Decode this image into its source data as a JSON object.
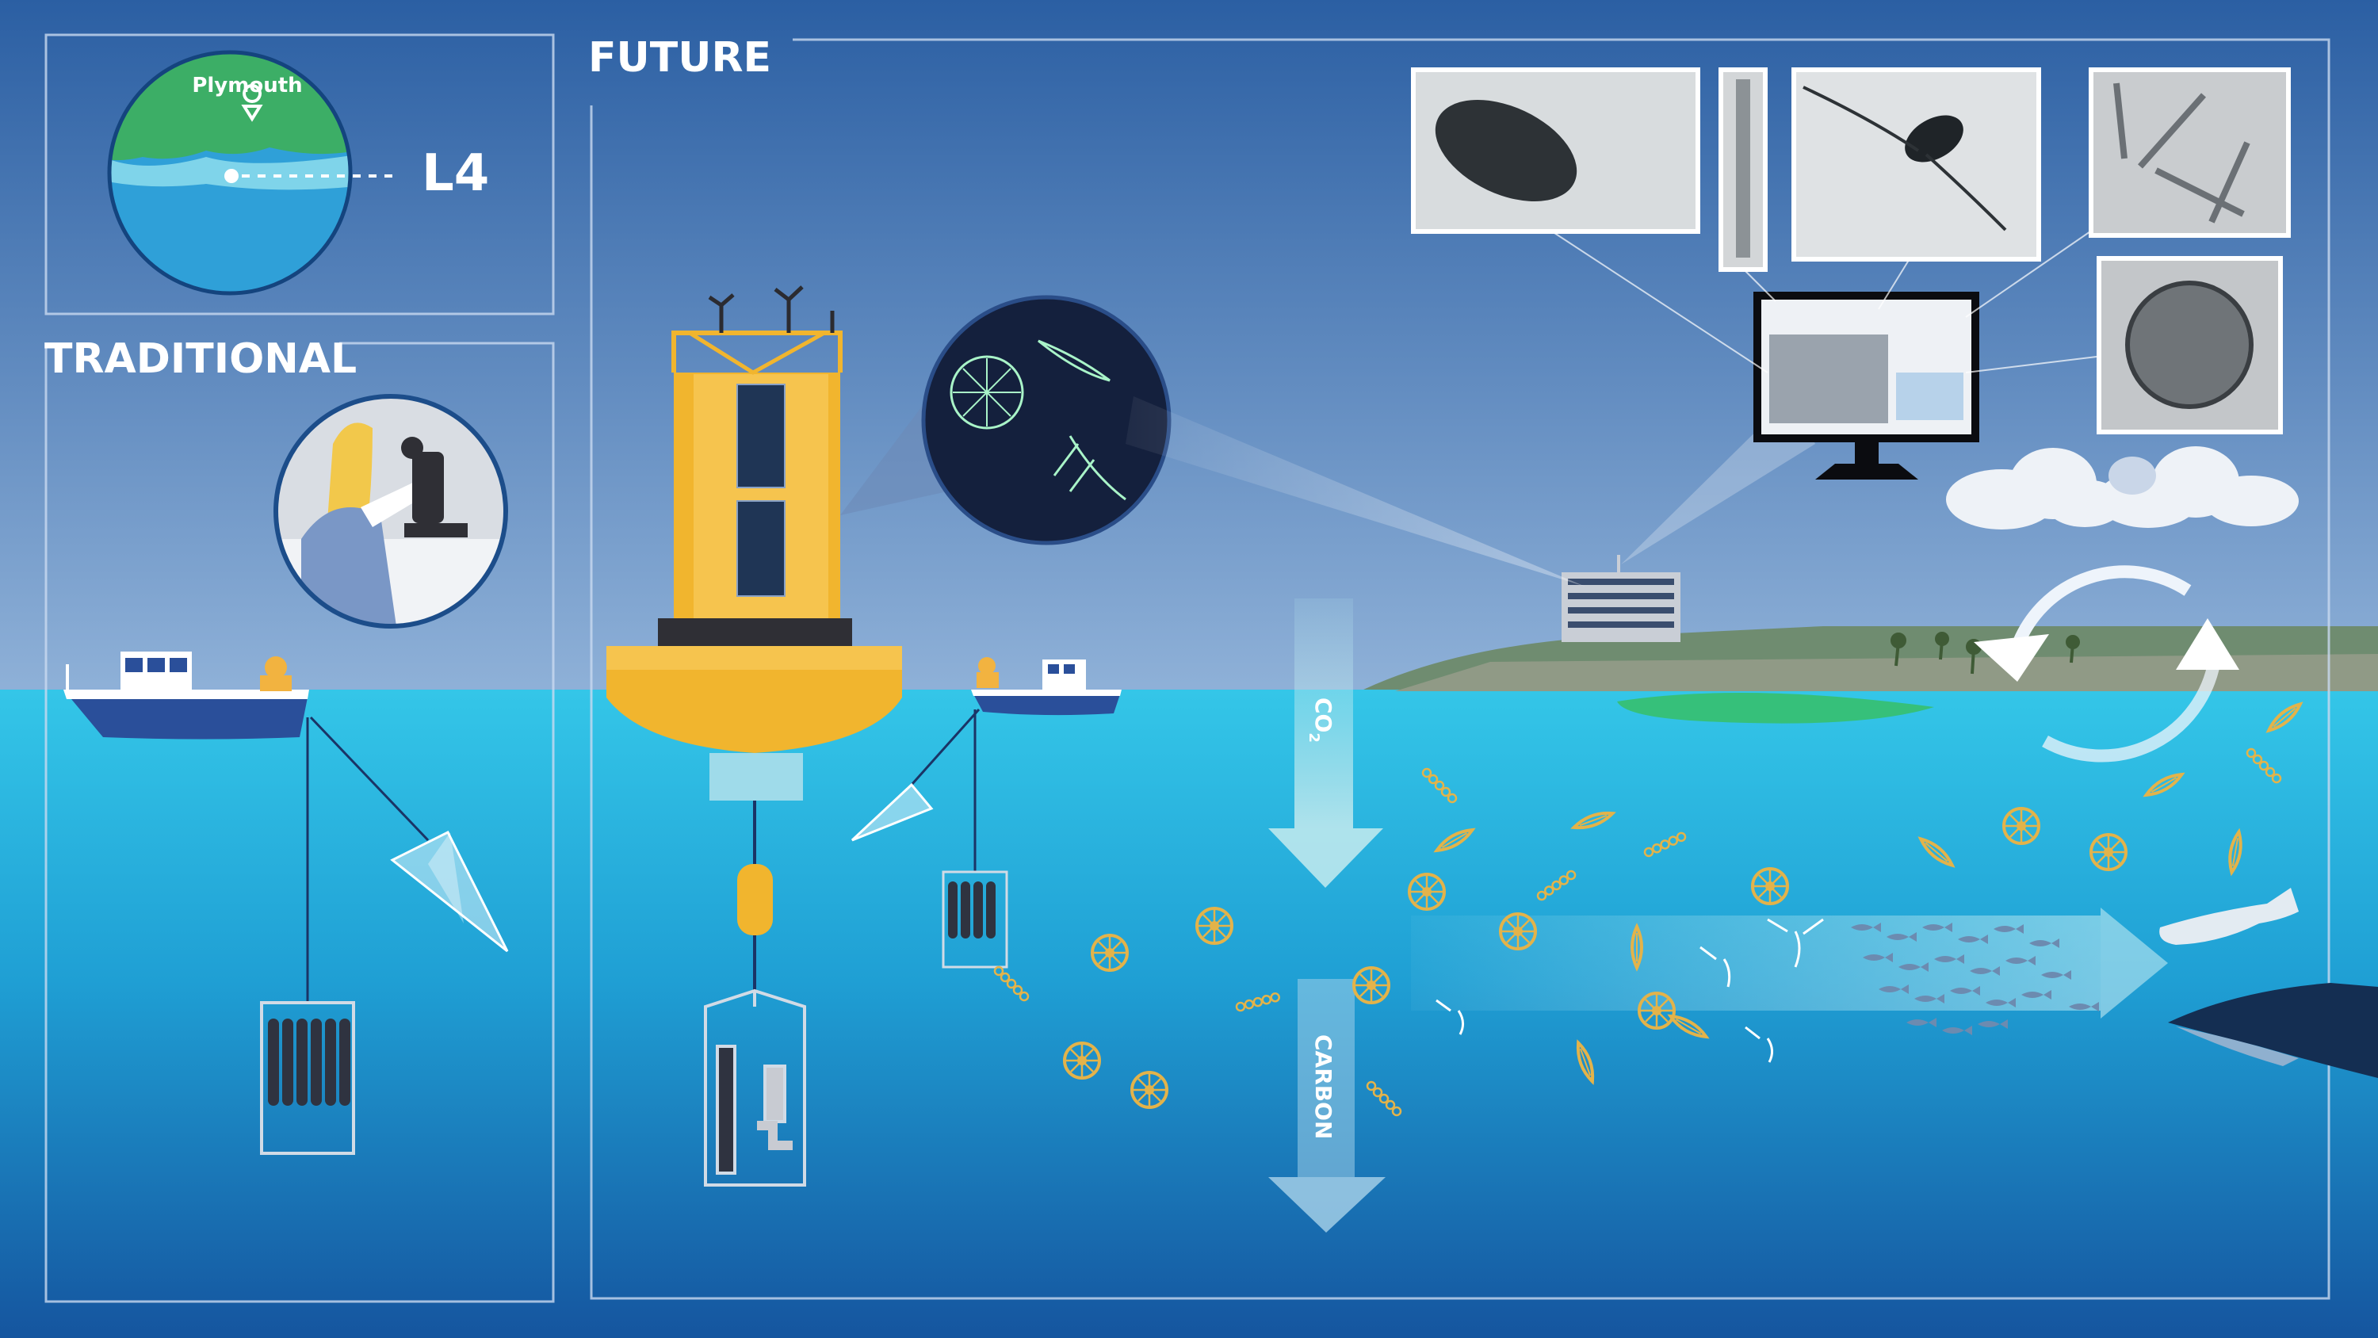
{
  "map": {
    "place_label": "Plymouth",
    "station_label": "L4"
  },
  "sections": {
    "traditional": "TRADITIONAL",
    "future": "FUTURE"
  },
  "arrows": {
    "co2": {
      "main": "CO",
      "subscript": "2"
    },
    "carbon": "CARBON"
  },
  "colors": {
    "sky_top": "#2f63a6",
    "sky_bottom": "#8fb0d6",
    "sea_surface": "#2fc3e6",
    "sea_deep": "#1560a9",
    "buoy_yellow": "#f1b52e",
    "panel_border": "#c9daf0",
    "plankton_gold": "#e3b34a",
    "glow_green": "#a9f4c8"
  },
  "icons": [
    "globe-map-icon",
    "location-pin-icon",
    "scientist-microscope-icon",
    "research-boat-icon",
    "plankton-net-icon",
    "ctd-rosette-icon",
    "monitoring-buoy-icon",
    "wind-turbine-icon",
    "solar-panel-icon",
    "plankton-imager-icon",
    "computer-monitor-icon",
    "lab-building-icon",
    "cloud-icon",
    "cycle-arrows-icon",
    "fish-school-icon",
    "seal-icon",
    "whale-icon",
    "diatom-icon",
    "copepod-icon"
  ]
}
